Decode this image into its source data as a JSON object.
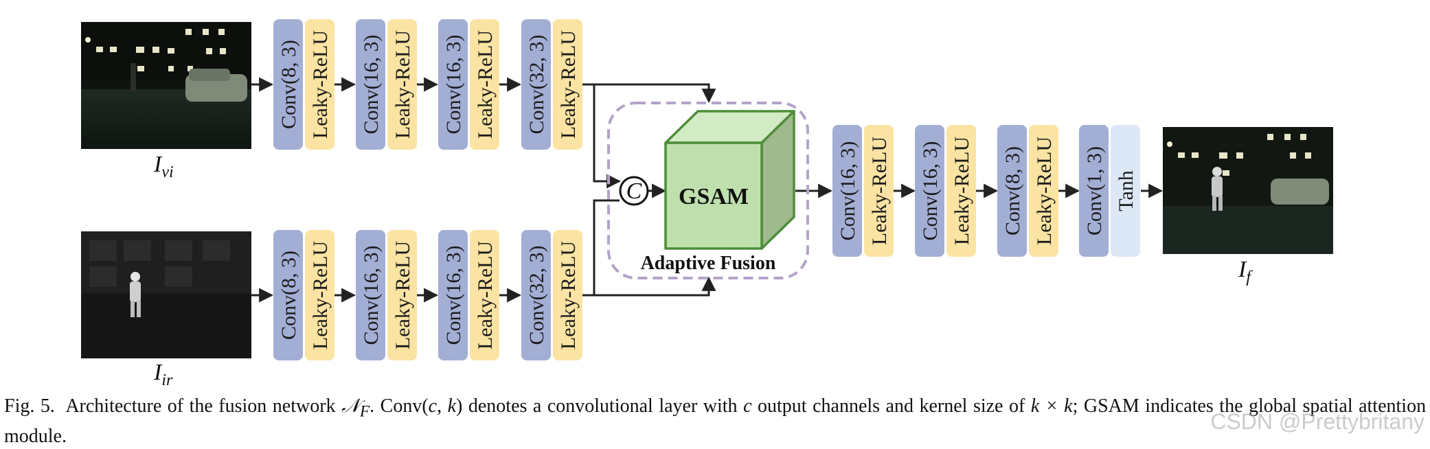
{
  "inputs": {
    "visible_label": "I",
    "visible_sub": "vi",
    "infrared_label": "I",
    "infrared_sub": "ir",
    "output_label": "I",
    "output_sub": "f"
  },
  "branch_layers": [
    {
      "conv": "Conv(8, 3)",
      "act": "Leaky-ReLU"
    },
    {
      "conv": "Conv(16, 3)",
      "act": "Leaky-ReLU"
    },
    {
      "conv": "Conv(16, 3)",
      "act": "Leaky-ReLU"
    },
    {
      "conv": "Conv(32, 3)",
      "act": "Leaky-ReLU"
    }
  ],
  "fusion": {
    "concat_symbol": "C",
    "module": "GSAM",
    "region_label": "Adaptive Fusion"
  },
  "decoder_layers": [
    {
      "conv": "Conv(16, 3)",
      "act": "Leaky-ReLU"
    },
    {
      "conv": "Conv(16, 3)",
      "act": "Leaky-ReLU"
    },
    {
      "conv": "Conv(8, 3)",
      "act": "Leaky-ReLU"
    },
    {
      "conv": "Conv(1, 3)",
      "act": "Tanh"
    }
  ],
  "caption": {
    "fig": "Fig. 5.",
    "t1": "Architecture of the fusion network",
    "net_sym": "𝒩",
    "net_sub": "F",
    "t2": ". Conv(",
    "c": "c",
    "comma": ", ",
    "k": "k",
    "t3": ") denotes a convolutional layer with",
    "c2": "c",
    "t4": "output channels and kernel size of",
    "kxk": "k × k",
    "t5": "; GSAM indicates the global spatial attention module."
  },
  "watermark": "CSDN @Prettybritany",
  "colors": {
    "conv": "#a3aed4",
    "act": "#fbe3a3",
    "tanh": "#dce8f5",
    "cube_front": "#bfe0ad",
    "cube_top": "#d3ebc4",
    "cube_side": "#9fba8e",
    "cube_edge": "#4f8c3a",
    "dash": "#b3a3c8"
  }
}
